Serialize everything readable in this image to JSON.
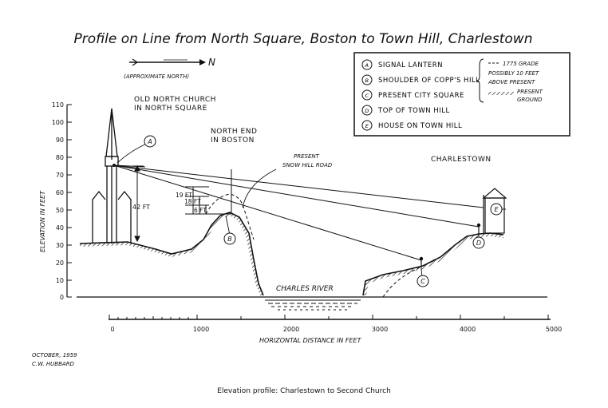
{
  "title": "Profile on Line from North Square, Boston to Town Hill, Charlestown",
  "north_arrow": {
    "glyph": "N",
    "caption": "(APPROXIMATE NORTH)"
  },
  "caption": "Elevation profile:  Charlestown to Second Church",
  "credit": {
    "date": "OCTOBER, 1959",
    "author": "C.W. HUBBARD"
  },
  "labels": {
    "church": [
      "OLD NORTH CHURCH",
      "IN NORTH SQUARE"
    ],
    "north_end": [
      "NORTH END",
      "IN BOSTON"
    ],
    "snow_hill": [
      "PRESENT",
      "SNOW HILL ROAD"
    ],
    "charlestown": "CHARLESTOWN",
    "river": "CHARLES RIVER"
  },
  "dims": {
    "d42": "42 FT",
    "d19": "19 FT",
    "d18": "18 FT",
    "d6": "6 FT"
  },
  "markers": {
    "a": "A",
    "b": "B",
    "c": "C",
    "d": "D",
    "e": "E"
  },
  "legend": {
    "items": [
      {
        "key": "A",
        "label": "SIGNAL LANTERN"
      },
      {
        "key": "B",
        "label": "SHOULDER OF COPP'S HILL"
      },
      {
        "key": "C",
        "label": "PRESENT CITY SQUARE"
      },
      {
        "key": "D",
        "label": "TOP OF TOWN HILL"
      },
      {
        "key": "E",
        "label": "HOUSE ON TOWN HILL"
      }
    ],
    "grade_1775": [
      "1775 GRADE",
      "POSSIBLY 10 FEET",
      "ABOVE PRESENT"
    ],
    "present_ground": [
      "PRESENT",
      "GROUND"
    ]
  },
  "axes": {
    "y_label": "ELEVATION IN FEET",
    "y_ticks": [
      "110",
      "100",
      "90",
      "80",
      "70",
      "60",
      "50",
      "40",
      "30",
      "20",
      "10",
      "0"
    ],
    "x_label": "HORIZONTAL DISTANCE IN FEET",
    "x_ticks": [
      "0",
      "1000",
      "2000",
      "3000",
      "4000",
      "5000"
    ]
  }
}
